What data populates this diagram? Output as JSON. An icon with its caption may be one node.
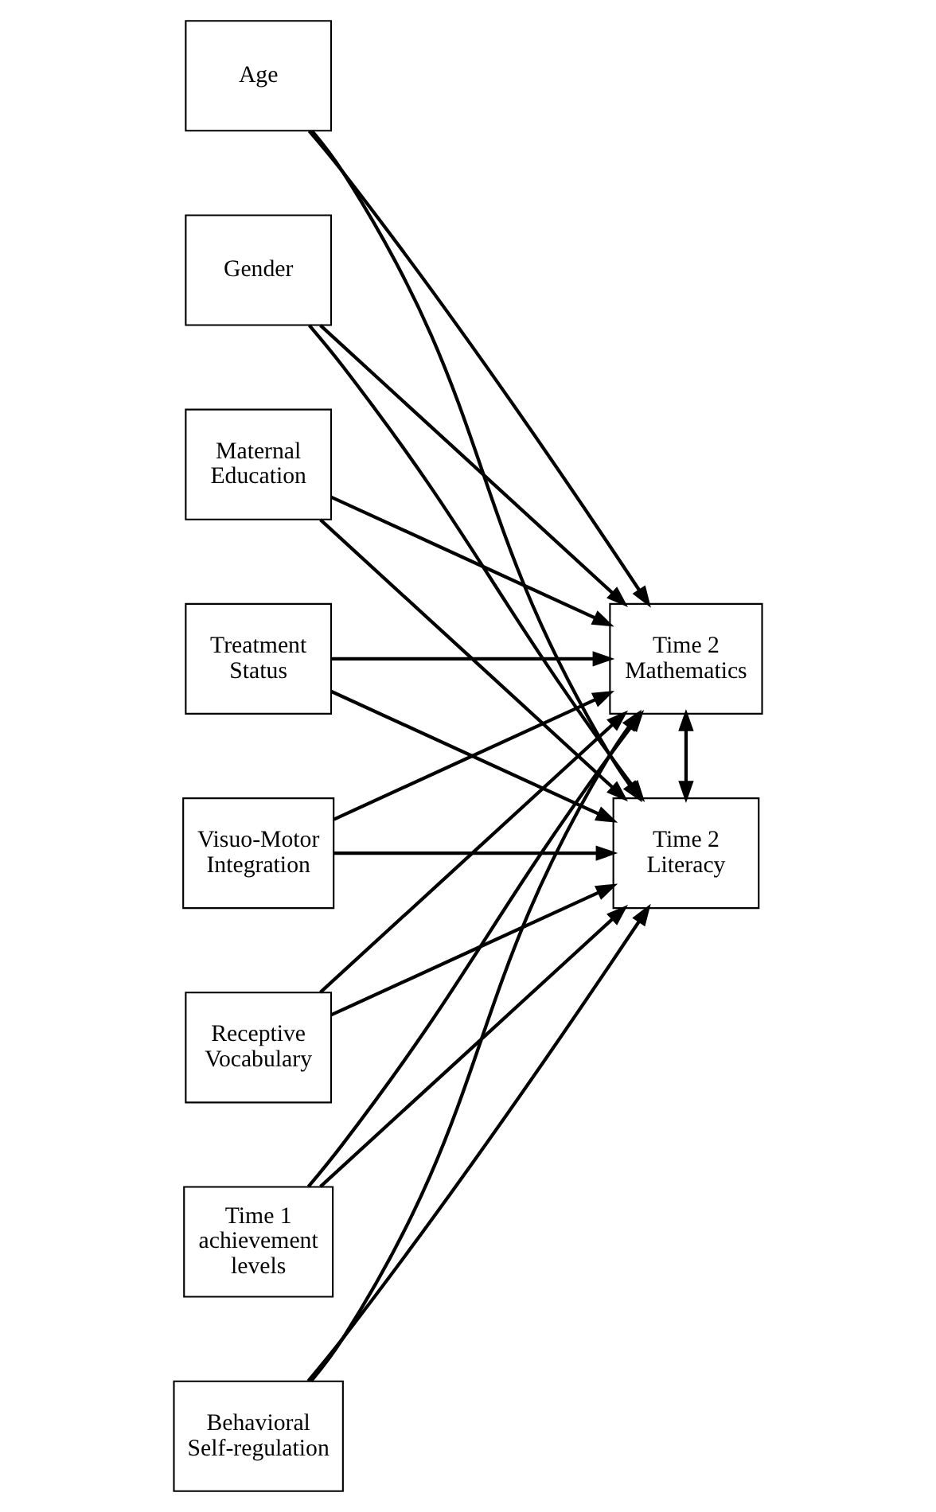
{
  "diagram": {
    "nodes": [
      {
        "text": [
          "Age"
        ]
      },
      {
        "text": [
          "Gender"
        ]
      },
      {
        "text": [
          "Maternal Education"
        ]
      },
      {
        "text": [
          "Treatment Status"
        ]
      },
      {
        "text": [
          "Visuo-Motor Integration"
        ]
      },
      {
        "text": [
          "Receptive Vocabulary"
        ]
      },
      {
        "text": [
          "Time 1 achievement levels"
        ]
      },
      {
        "text": [
          "Behavioral Self-regulation"
        ]
      },
      {
        "text": [
          "Time 2 Mathematics"
        ]
      },
      {
        "text": [
          "Time 2 Literacy"
        ]
      }
    ],
    "edges": [
      {
        "from": 0,
        "to": 8,
        "arrow": "to"
      },
      {
        "from": 0,
        "to": 9,
        "arrow": "to"
      },
      {
        "from": 1,
        "to": 8,
        "arrow": "to"
      },
      {
        "from": 1,
        "to": 9,
        "arrow": "to"
      },
      {
        "from": 2,
        "to": 8,
        "arrow": "to"
      },
      {
        "from": 2,
        "to": 9,
        "arrow": "to"
      },
      {
        "from": 3,
        "to": 8,
        "arrow": "to"
      },
      {
        "from": 3,
        "to": 9,
        "arrow": "to"
      },
      {
        "from": 4,
        "to": 8,
        "arrow": "to"
      },
      {
        "from": 4,
        "to": 9,
        "arrow": "to"
      },
      {
        "from": 5,
        "to": 8,
        "arrow": "to"
      },
      {
        "from": 5,
        "to": 9,
        "arrow": "to"
      },
      {
        "from": 6,
        "to": 8,
        "arrow": "to"
      },
      {
        "from": 6,
        "to": 9,
        "arrow": "to"
      },
      {
        "from": 7,
        "to": 8,
        "arrow": "to"
      },
      {
        "from": 7,
        "to": 9,
        "arrow": "to"
      },
      {
        "from": 8,
        "to": 9,
        "arrow": "both"
      }
    ]
  }
}
